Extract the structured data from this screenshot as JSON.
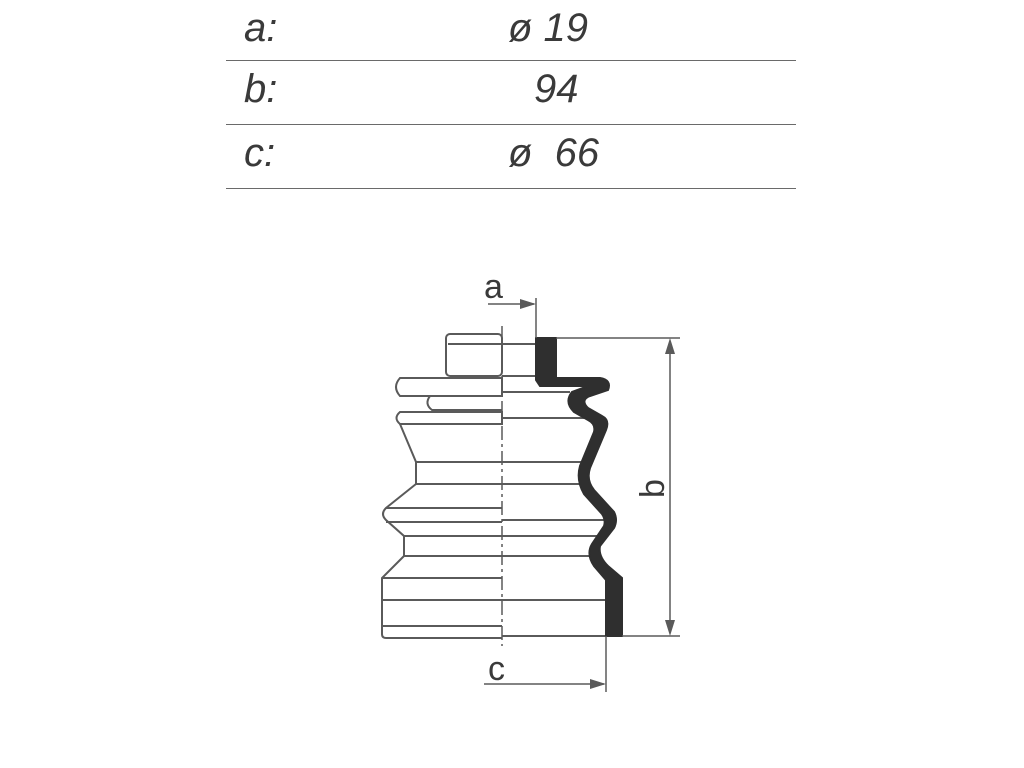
{
  "specs": [
    {
      "label": "a:",
      "value": "ø 19"
    },
    {
      "label": "b:",
      "value": "94"
    },
    {
      "label": "c:",
      "value": "ø  66"
    }
  ],
  "diagram": {
    "label_a": "a",
    "label_b": "b",
    "label_c": "c",
    "colors": {
      "line": "#5a5a5a",
      "fill": "#2f2f2f"
    }
  }
}
